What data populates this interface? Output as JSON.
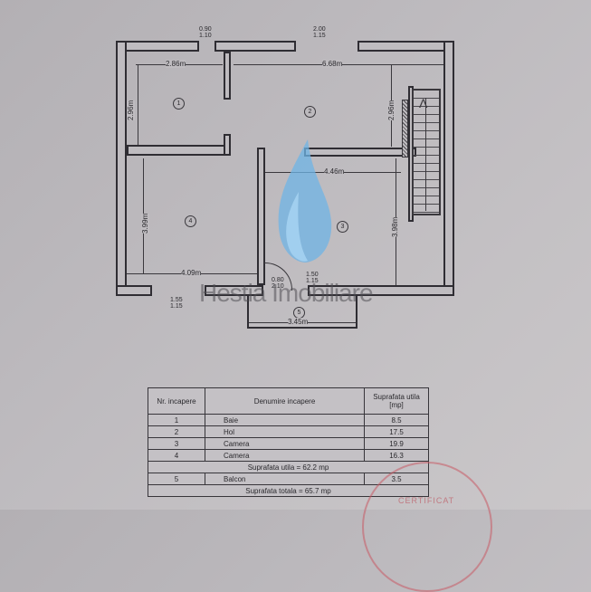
{
  "floor_plan": {
    "rooms": [
      {
        "id": "1",
        "label": "①",
        "dims": {
          "width": "2.86m",
          "height": "2.96m"
        }
      },
      {
        "id": "2",
        "label": "②",
        "dims": {
          "width": "6.68m",
          "height": "2.96m"
        }
      },
      {
        "id": "3",
        "label": "③",
        "dims": {
          "width": "4.46m",
          "height": "3.98m"
        }
      },
      {
        "id": "4",
        "label": "④",
        "dims": {
          "width": "4.09m",
          "height": "3.99m"
        }
      },
      {
        "id": "5",
        "label": "⑤",
        "dims": {
          "width": "3.45m"
        }
      }
    ],
    "openings": {
      "top_left": "0.90\n1.10",
      "top_right": "2.00\n1.15",
      "bottom_left": "1.55\n1.15",
      "door": "0.80\n2.10",
      "balcony_door": "1.50\n1.15"
    }
  },
  "watermark": {
    "brand": "Hestia Imobiliare",
    "logo": "flame-logo",
    "logo_color": "#5aa8e0"
  },
  "table": {
    "headers": [
      "Nr. incapere",
      "Denumire incapere",
      "Suprafata utila\n[mp]"
    ],
    "rows": [
      {
        "nr": "1",
        "name": "Baie",
        "area": "8.5"
      },
      {
        "nr": "2",
        "name": "Hol",
        "area": "17.5"
      },
      {
        "nr": "3",
        "name": "Camera",
        "area": "19.9"
      },
      {
        "nr": "4",
        "name": "Camera",
        "area": "16.3"
      }
    ],
    "subtotal": "Suprafata utila = 62.2 mp",
    "balcony": {
      "nr": "5",
      "name": "Balcon",
      "area": "3.5"
    },
    "total": "Suprafata totala = 65.7 mp"
  },
  "stamp": {
    "text": "CERTIFICAT"
  }
}
